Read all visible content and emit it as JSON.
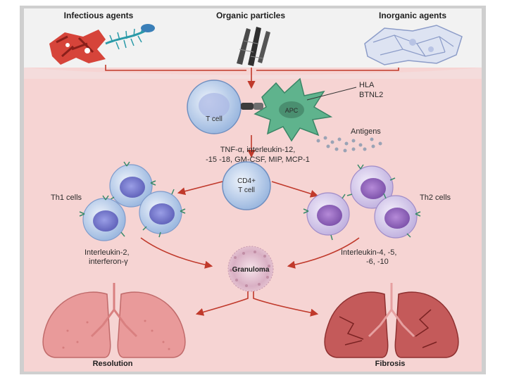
{
  "sources": {
    "infectious": "Infectious agents",
    "organic": "Organic particles",
    "inorganic": "Inorganic agents"
  },
  "presentation": {
    "hla_line1": "HLA",
    "hla_line2": "BTNL2",
    "t_cell": "T cell",
    "apc": "APC",
    "antigens": "Antigens"
  },
  "cytokines": {
    "line1": "TNF-α, interleukin-12,",
    "line2": "-15 -18, GM-CSF, MIP, MCP-1"
  },
  "cd4": {
    "line1": "CD4+",
    "line2": "T cell"
  },
  "th1": {
    "label": "Th1 cells",
    "cytokine_line1": "Interleukin-2,",
    "cytokine_line2": "interferon-γ"
  },
  "th2": {
    "label": "Th2 cells",
    "cytokine_line1": "Interleukin-4, -5,",
    "cytokine_line2": "-6, -10"
  },
  "granuloma": "Granuloma",
  "outcomes": {
    "resolution": "Resolution",
    "fibrosis": "Fibrosis"
  },
  "colors": {
    "background": "#f6d4d3",
    "arrow": "#c0392b",
    "tcell": "#a9c4e6",
    "apc": "#5fb38d",
    "th1": "#b8cdec",
    "th2": "#cbbde4",
    "lung_resolution": "#e99a9a",
    "lung_fibrosis": "#c45a5a"
  }
}
